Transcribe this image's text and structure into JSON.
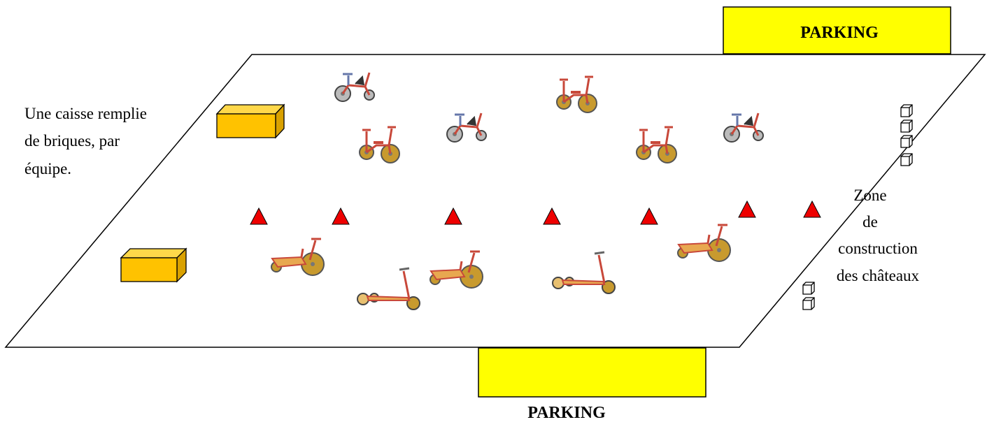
{
  "labels": {
    "crate_line1": "Une caisse remplie",
    "crate_line2": "de briques, par",
    "crate_line3": "équipe.",
    "zone_line1": "Zone",
    "zone_line2": "de",
    "zone_line3": "construction",
    "zone_line4": "des châteaux",
    "parking_top": "PARKING",
    "parking_bottom": "PARKING"
  },
  "colors": {
    "crate": "#FFC200",
    "parking": "#FFFF00",
    "cone": "#EE0000",
    "frame": "#C8483A",
    "wheel": "#C89A2E"
  },
  "vehicles": [
    {
      "kind": "tricycle-seat"
    },
    {
      "kind": "tricycle"
    },
    {
      "kind": "tricycle-seat"
    },
    {
      "kind": "tricycle"
    },
    {
      "kind": "tricycle"
    },
    {
      "kind": "tricycle-seat"
    },
    {
      "kind": "trike-platform"
    },
    {
      "kind": "scooter"
    },
    {
      "kind": "trike-platform"
    },
    {
      "kind": "scooter"
    },
    {
      "kind": "trike-platform"
    }
  ]
}
